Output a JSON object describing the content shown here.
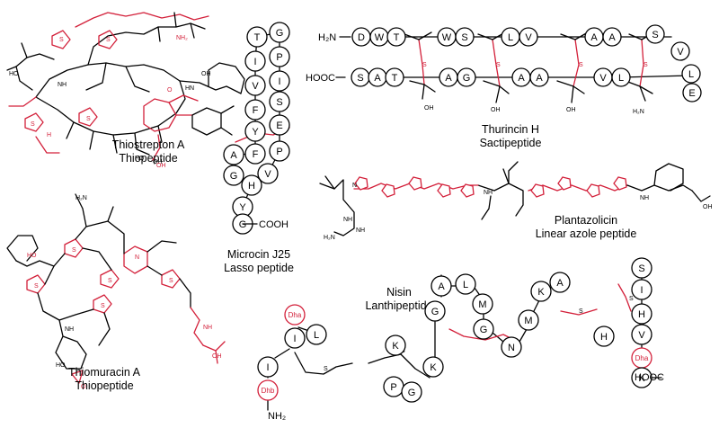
{
  "colors": {
    "ink": "#000000",
    "modified": "#d3203a",
    "background": "#ffffff"
  },
  "captions": {
    "thiostrepton": {
      "name": "Thiostrepton A",
      "class": "Thiopeptide"
    },
    "thiomuracin": {
      "name": "Thiomuracin A",
      "class": "Thiopeptide"
    },
    "microcin": {
      "name": "Microcin J25",
      "class": "Lasso peptide"
    },
    "thurincin": {
      "name": "Thurincin H",
      "class": "Sactipeptide"
    },
    "plantazolicin": {
      "name": "Plantazolicin",
      "class": "Linear azole peptide"
    },
    "nisin": {
      "name": "Nisin",
      "class": "Lanthipeptide"
    }
  },
  "microcin_residues": [
    "T",
    "G",
    "I",
    "P",
    "V",
    "I",
    "F",
    "S",
    "Y",
    "E",
    "A",
    "F",
    "G",
    "P",
    "V",
    "H",
    "Y",
    "G"
  ],
  "microcin_terminus": "COOH",
  "thurincin": {
    "n_term": "H₂N",
    "top_residues": [
      "D",
      "W",
      "T",
      "W",
      "S",
      "L",
      "V",
      "A",
      "A",
      "S",
      "V"
    ],
    "bottom_residues": [
      "S",
      "A",
      "T",
      "A",
      "G",
      "A",
      "A",
      "V",
      "L",
      "L",
      "E"
    ],
    "c_term": "HOOC"
  },
  "nisin": {
    "residues": [
      "I",
      "Dhb",
      "I",
      "Dha",
      "L",
      "K",
      "P",
      "G",
      "G",
      "A",
      "L",
      "M",
      "G",
      "K",
      "N",
      "M",
      "K",
      "A",
      "H",
      "S",
      "I",
      "H",
      "V",
      "Dha",
      "K"
    ],
    "n_term": "NH₂",
    "c_term": "HOOC"
  },
  "atoms": {
    "S": "S",
    "N": "N",
    "O": "O",
    "NH": "NH",
    "HN": "HN",
    "OH": "OH",
    "HO": "HO",
    "NH2": "NH₂",
    "H2N": "H₂N",
    "COOH": "COOH",
    "H": "H"
  }
}
